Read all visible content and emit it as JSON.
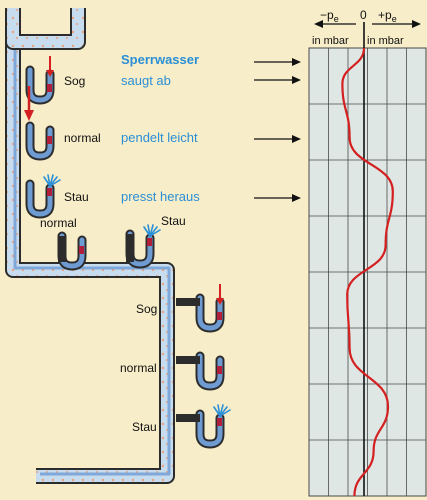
{
  "colors": {
    "background": "#f7edc9",
    "pipe_outline": "#2c2c2c",
    "pipe_fill": "#c8dcef",
    "pipe_water": "#7fa8d8",
    "pipe_deposit": "#e8a27a",
    "trap_fill": "#6f9bd3",
    "trap_seal": "#b01e3a",
    "pressure_curve": "#d42020",
    "chart_grid": "#4a4a4a",
    "chart_bg": "#dfe7e5",
    "text_dark": "#111111",
    "text_blue": "#2a8fd6"
  },
  "title": "Sperrwasser",
  "upper_traps": [
    {
      "state": "Sog",
      "description": "saugt ab"
    },
    {
      "state": "normal",
      "description": "pendelt leicht"
    },
    {
      "state": "Stau",
      "description": "presst heraus"
    }
  ],
  "middle_traps": [
    {
      "state": "normal"
    },
    {
      "state": "Stau"
    }
  ],
  "lower_traps": [
    {
      "state": "Sog"
    },
    {
      "state": "normal"
    },
    {
      "state": "Stau"
    }
  ],
  "chart": {
    "neg_symbol": "−p",
    "neg_sub": "e",
    "zero": "0",
    "pos_symbol": "+p",
    "pos_sub": "e",
    "neg_unit": "in mbar",
    "pos_unit": "in mbar"
  },
  "chart_data": {
    "type": "line",
    "xlabel": "",
    "ylabel": "",
    "note": "",
    "curve": [
      {
        "depth": 0.0,
        "p": 0.0
      },
      {
        "depth": 0.08,
        "p": -0.45
      },
      {
        "depth": 0.2,
        "p": -0.3
      },
      {
        "depth": 0.32,
        "p": 0.6
      },
      {
        "depth": 0.44,
        "p": 0.45
      },
      {
        "depth": 0.55,
        "p": -0.35
      },
      {
        "depth": 0.67,
        "p": -0.3
      },
      {
        "depth": 0.8,
        "p": 0.5
      },
      {
        "depth": 0.9,
        "p": 0.2
      },
      {
        "depth": 1.0,
        "p": -0.2
      }
    ]
  }
}
